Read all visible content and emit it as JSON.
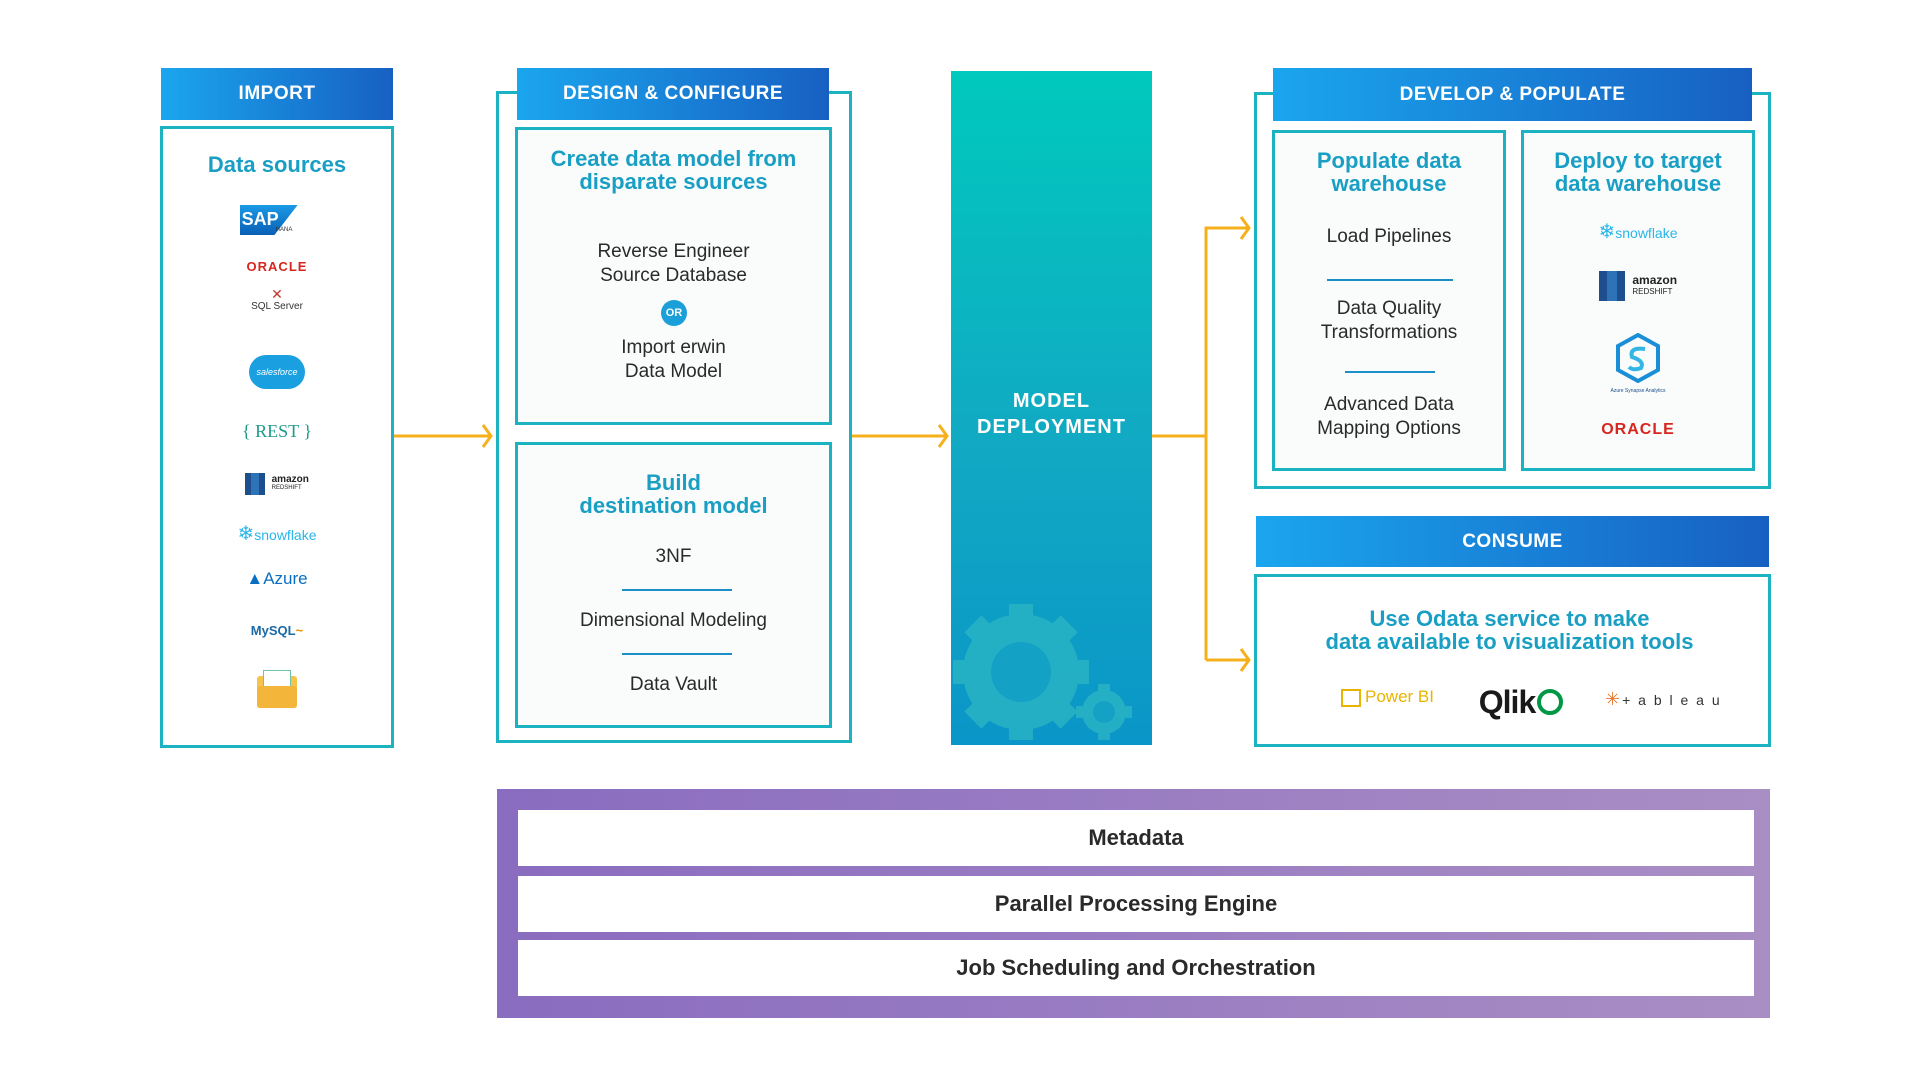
{
  "import": {
    "header": "IMPORT",
    "title": "Data sources",
    "logos": {
      "sap": "SAP",
      "sap_sub": "HANA",
      "oracle": "ORACLE",
      "sqlserver": "SQL Server",
      "salesforce": "salesforce",
      "rest": "{ REST }",
      "redshift": "amazon",
      "redshift_sub": "REDSHIFT",
      "snowflake": "snowflake",
      "azure": "Azure",
      "mysql": "MySQL"
    }
  },
  "design": {
    "header": "DESIGN & CONFIGURE",
    "box1": {
      "title_line1": "Create data model from",
      "title_line2": "disparate sources",
      "item1_line1": "Reverse Engineer",
      "item1_line2": "Source Database",
      "or": "OR",
      "item2_line1": "Import erwin",
      "item2_line2": "Data Model"
    },
    "box2": {
      "title_line1": "Build",
      "title_line2": "destination model",
      "items": [
        "3NF",
        "Dimensional Modeling",
        "Data Vault"
      ]
    }
  },
  "deployment": {
    "line1": "MODEL",
    "line2": "DEPLOYMENT"
  },
  "develop": {
    "header": "DEVELOP & POPULATE",
    "populate": {
      "title_line1": "Populate data",
      "title_line2": "warehouse",
      "item1": "Load Pipelines",
      "item2_line1": "Data Quality",
      "item2_line2": "Transformations",
      "item3_line1": "Advanced Data",
      "item3_line2": "Mapping Options"
    },
    "deploy": {
      "title_line1": "Deploy to target",
      "title_line2": "data warehouse",
      "logos": {
        "snowflake": "snowflake",
        "redshift": "amazon",
        "redshift_sub": "REDSHIFT",
        "synapse": "Azure Synapse Analytics",
        "oracle": "ORACLE"
      }
    }
  },
  "consume": {
    "header": "CONSUME",
    "title_line1": "Use Odata service to make",
    "title_line2": "data available to visualization tools",
    "tools": {
      "powerbi": "Power BI",
      "qlik": "Qlik",
      "tableau": "+ a b l e a u"
    }
  },
  "footer": {
    "bars": [
      "Metadata",
      "Parallel Processing Engine",
      "Job Scheduling and Orchestration"
    ]
  },
  "colors": {
    "teal": "#1bb3c1",
    "blue": "#1760c2",
    "orange": "#f5b01c",
    "purple": "#8f6fbf"
  }
}
